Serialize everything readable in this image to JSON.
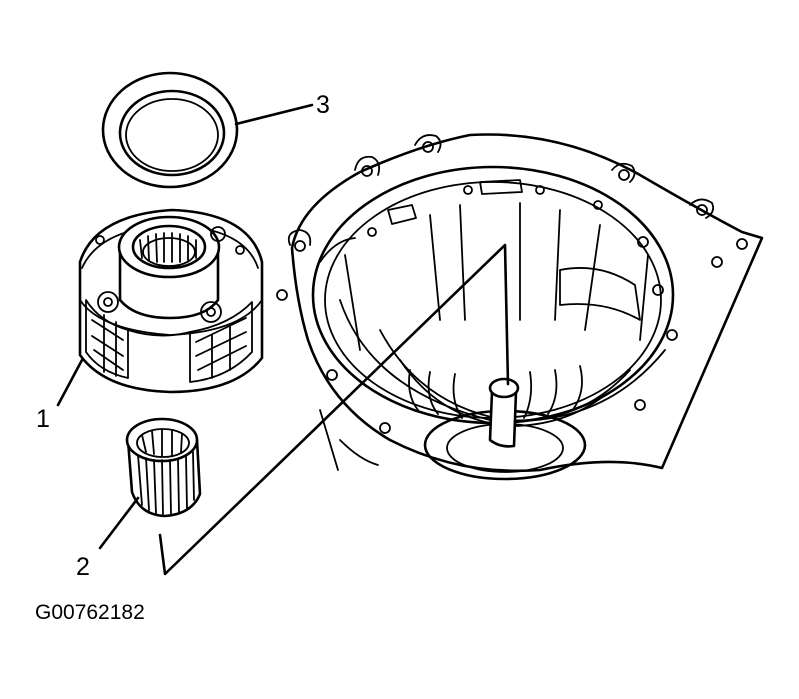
{
  "callouts": [
    {
      "id": "1",
      "label": "1"
    },
    {
      "id": "2",
      "label": "2"
    },
    {
      "id": "3",
      "label": "3"
    }
  ],
  "figure_id": "G00762182",
  "colors": {
    "ink": "#000000",
    "paper": "#ffffff"
  }
}
